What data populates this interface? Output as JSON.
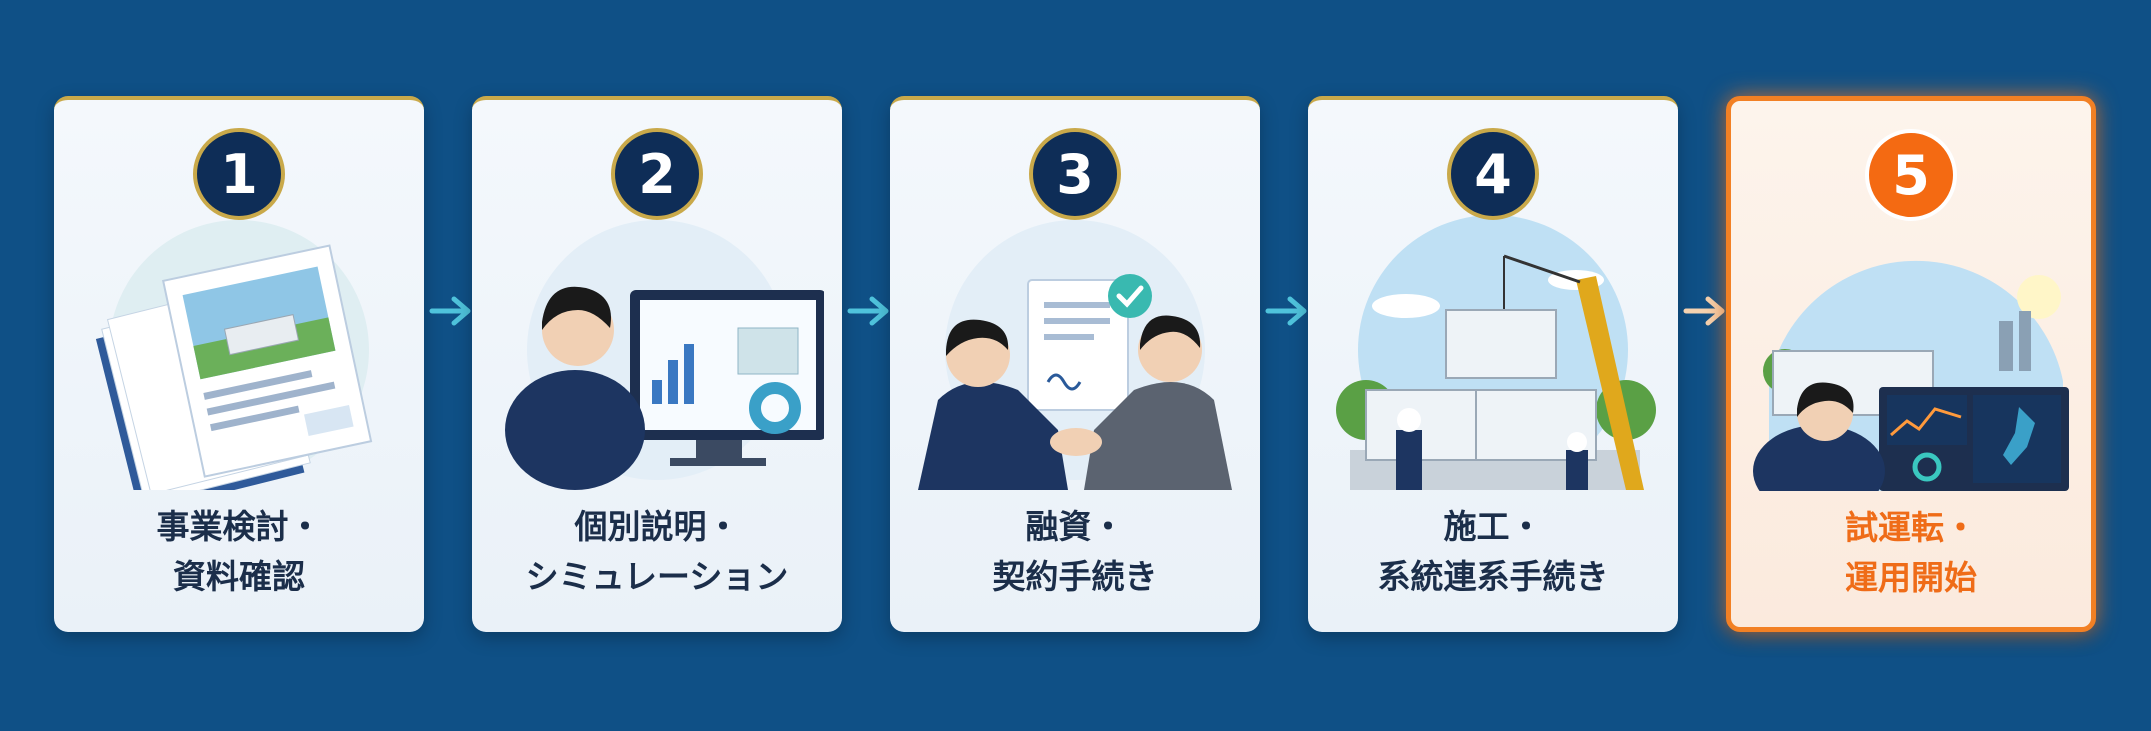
{
  "steps": [
    {
      "number": "1",
      "line1": "事業検討・",
      "line2": "資料確認"
    },
    {
      "number": "2",
      "line1": "個別説明・",
      "line2": "シミュレーション"
    },
    {
      "number": "3",
      "line1": "融資・",
      "line2": "契約手続き"
    },
    {
      "number": "4",
      "line1": "施工・",
      "line2": "系統連系手続き"
    },
    {
      "number": "5",
      "line1": "試運転・",
      "line2": "運用開始"
    }
  ],
  "active_step": 5,
  "colors": {
    "background": "#0f5086",
    "card": "#f4f8fc",
    "navy": "#0e2d57",
    "gold": "#c9a94a",
    "accent_orange": "#f28024",
    "arrow": "#4fc3dc"
  },
  "icons": [
    "documents-icon",
    "analytics-monitor-icon",
    "handshake-contract-icon",
    "construction-crane-icon",
    "monitoring-control-icon"
  ]
}
